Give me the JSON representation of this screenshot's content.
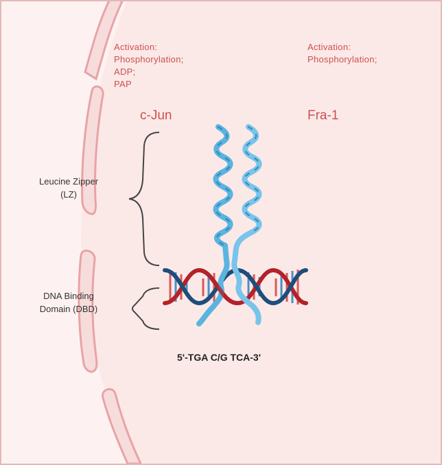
{
  "labels": {
    "cjun_activation": "Activation:",
    "cjun_phos": "Phosphorylation;",
    "cjun_adp": "ADP;",
    "cjun_pap": "PAP",
    "fra_activation": "Activation:",
    "fra_phos": "Phosphorylation;",
    "cjun_name": "c-Jun",
    "fra_name": "Fra-1",
    "lz_line1": "Leucine Zipper",
    "lz_line2": "(LZ)",
    "dbd_line1": "DNA Binding",
    "dbd_line2": "Domain (DBD)",
    "sequence": "5'-TGA C/G TCA-3'"
  },
  "colors": {
    "background": "#fbe9e8",
    "membrane": "#e8a3a6",
    "label_red": "#cf4f4f",
    "helix_blue": "#5ab4e0",
    "helix_blue_dark": "#2f86b8",
    "dna_red": "#b32228",
    "dna_navy": "#1f4d7a",
    "brace": "#444444"
  }
}
